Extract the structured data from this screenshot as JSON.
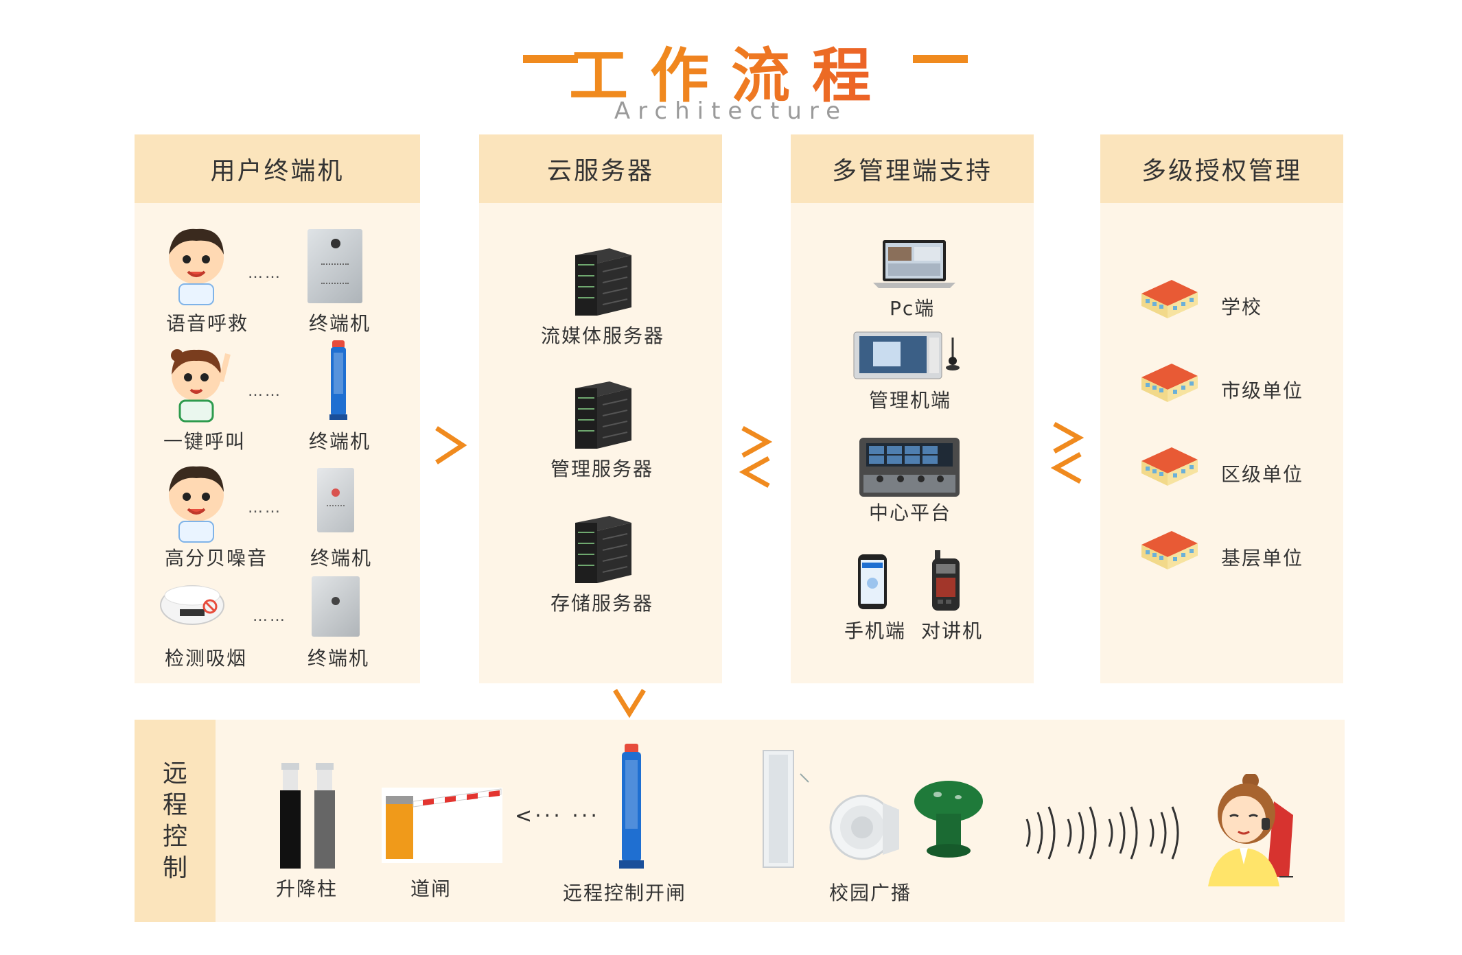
{
  "title": {
    "main": "工作流程",
    "sub": "Architecture"
  },
  "columns": {
    "terminals": {
      "header": "用户终端机",
      "rows": [
        {
          "left": "语音呼救",
          "right": "终端机"
        },
        {
          "left": "一键呼叫",
          "right": "终端机"
        },
        {
          "left": "高分贝噪音",
          "right": "终端机"
        },
        {
          "left": "检测吸烟",
          "right": "终端机"
        }
      ],
      "dots": "……"
    },
    "cloud": {
      "header": "云服务器",
      "items": [
        "流媒体服务器",
        "管理服务器",
        "存储服务器"
      ]
    },
    "mgmt": {
      "header": "多管理端支持",
      "items": [
        "Pc端",
        "管理机端",
        "中心平台",
        "手机端",
        "对讲机"
      ]
    },
    "auth": {
      "header": "多级授权管理",
      "items": [
        "学校",
        "市级单位",
        "区级单位",
        "基层单位"
      ]
    }
  },
  "remote": {
    "header_chars": [
      "远",
      "程",
      "控",
      "制"
    ],
    "items": {
      "bollard": "升降柱",
      "gate": "道闸",
      "remote_open": "远程控制开闸",
      "broadcast": "校园广播"
    },
    "dotted_arrow": "<···  ···"
  },
  "colors": {
    "accent": "#f08a1e",
    "title_red": "#e8452c",
    "panel_bg": "#fef5e7",
    "header_bg": "#fbe4bc"
  }
}
